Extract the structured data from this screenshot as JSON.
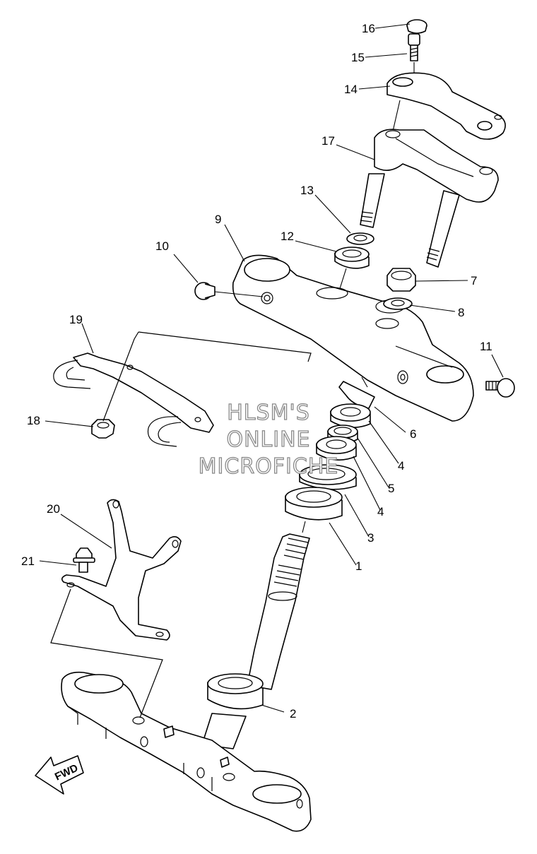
{
  "watermark": {
    "line1": "HLSM'S",
    "line2": "ONLINE",
    "line3": "MICROFICHE"
  },
  "direction_label": "FWD",
  "callouts": {
    "c1": "1",
    "c2": "2",
    "c3": "3",
    "c4a": "4",
    "c4b": "4",
    "c5": "5",
    "c6": "6",
    "c7": "7",
    "c8": "8",
    "c9": "9",
    "c10": "10",
    "c11": "11",
    "c12": "12",
    "c13": "13",
    "c14": "14",
    "c15": "15",
    "c16": "16",
    "c17": "17",
    "c18": "18",
    "c19": "19",
    "c20": "20",
    "c21": "21"
  }
}
